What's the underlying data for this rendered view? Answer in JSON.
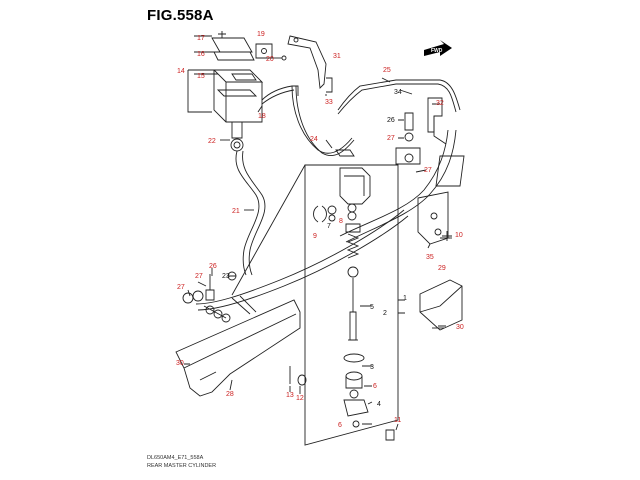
{
  "figure": {
    "title": "FIG.558A",
    "footer_code": "DL650AM4_E71_558A",
    "footer_caption": "REAR MASTER CYLINDER",
    "fwd_badge": "FWD",
    "colors": {
      "line": "#222222",
      "callout": "#cc2222",
      "label_black": "#111111"
    }
  },
  "parts": [
    {
      "id": "p17",
      "num": "17",
      "color": "red"
    },
    {
      "id": "p16",
      "num": "16",
      "color": "red"
    },
    {
      "id": "p14",
      "num": "14",
      "color": "red"
    },
    {
      "id": "p15",
      "num": "15",
      "color": "red"
    },
    {
      "id": "p19",
      "num": "19",
      "color": "red"
    },
    {
      "id": "p20",
      "num": "20",
      "color": "red"
    },
    {
      "id": "p31",
      "num": "31",
      "color": "red"
    },
    {
      "id": "p33",
      "num": "33",
      "color": "red"
    },
    {
      "id": "p18",
      "num": "18",
      "color": "red"
    },
    {
      "id": "p25",
      "num": "25",
      "color": "red"
    },
    {
      "id": "p34",
      "num": "34",
      "color": "black"
    },
    {
      "id": "p32",
      "num": "32",
      "color": "red"
    },
    {
      "id": "p22",
      "num": "22",
      "color": "red"
    },
    {
      "id": "p24",
      "num": "24",
      "color": "red"
    },
    {
      "id": "p26a",
      "num": "26",
      "color": "black"
    },
    {
      "id": "p27a",
      "num": "27",
      "color": "red"
    },
    {
      "id": "p27b",
      "num": "27",
      "color": "red"
    },
    {
      "id": "p21",
      "num": "21",
      "color": "red"
    },
    {
      "id": "p9",
      "num": "9",
      "color": "red"
    },
    {
      "id": "p7",
      "num": "7",
      "color": "black"
    },
    {
      "id": "p8",
      "num": "8",
      "color": "red"
    },
    {
      "id": "p10",
      "num": "10",
      "color": "red"
    },
    {
      "id": "p35",
      "num": "35",
      "color": "red"
    },
    {
      "id": "p26b",
      "num": "26",
      "color": "red"
    },
    {
      "id": "p27c",
      "num": "27",
      "color": "red"
    },
    {
      "id": "p23",
      "num": "23",
      "color": "black"
    },
    {
      "id": "p27d",
      "num": "27",
      "color": "red"
    },
    {
      "id": "p1",
      "num": "1",
      "color": "black"
    },
    {
      "id": "p5",
      "num": "5",
      "color": "black"
    },
    {
      "id": "p2",
      "num": "2",
      "color": "black"
    },
    {
      "id": "p29",
      "num": "29",
      "color": "red"
    },
    {
      "id": "p30a",
      "num": "30",
      "color": "red"
    },
    {
      "id": "p30b",
      "num": "30",
      "color": "red"
    },
    {
      "id": "p3",
      "num": "3",
      "color": "black"
    },
    {
      "id": "p6a",
      "num": "6",
      "color": "red"
    },
    {
      "id": "p13",
      "num": "13",
      "color": "red"
    },
    {
      "id": "p12",
      "num": "12",
      "color": "red"
    },
    {
      "id": "p28",
      "num": "28",
      "color": "red"
    },
    {
      "id": "p4",
      "num": "4",
      "color": "black"
    },
    {
      "id": "p6b",
      "num": "6",
      "color": "red"
    },
    {
      "id": "p11",
      "num": "11",
      "color": "red"
    }
  ]
}
